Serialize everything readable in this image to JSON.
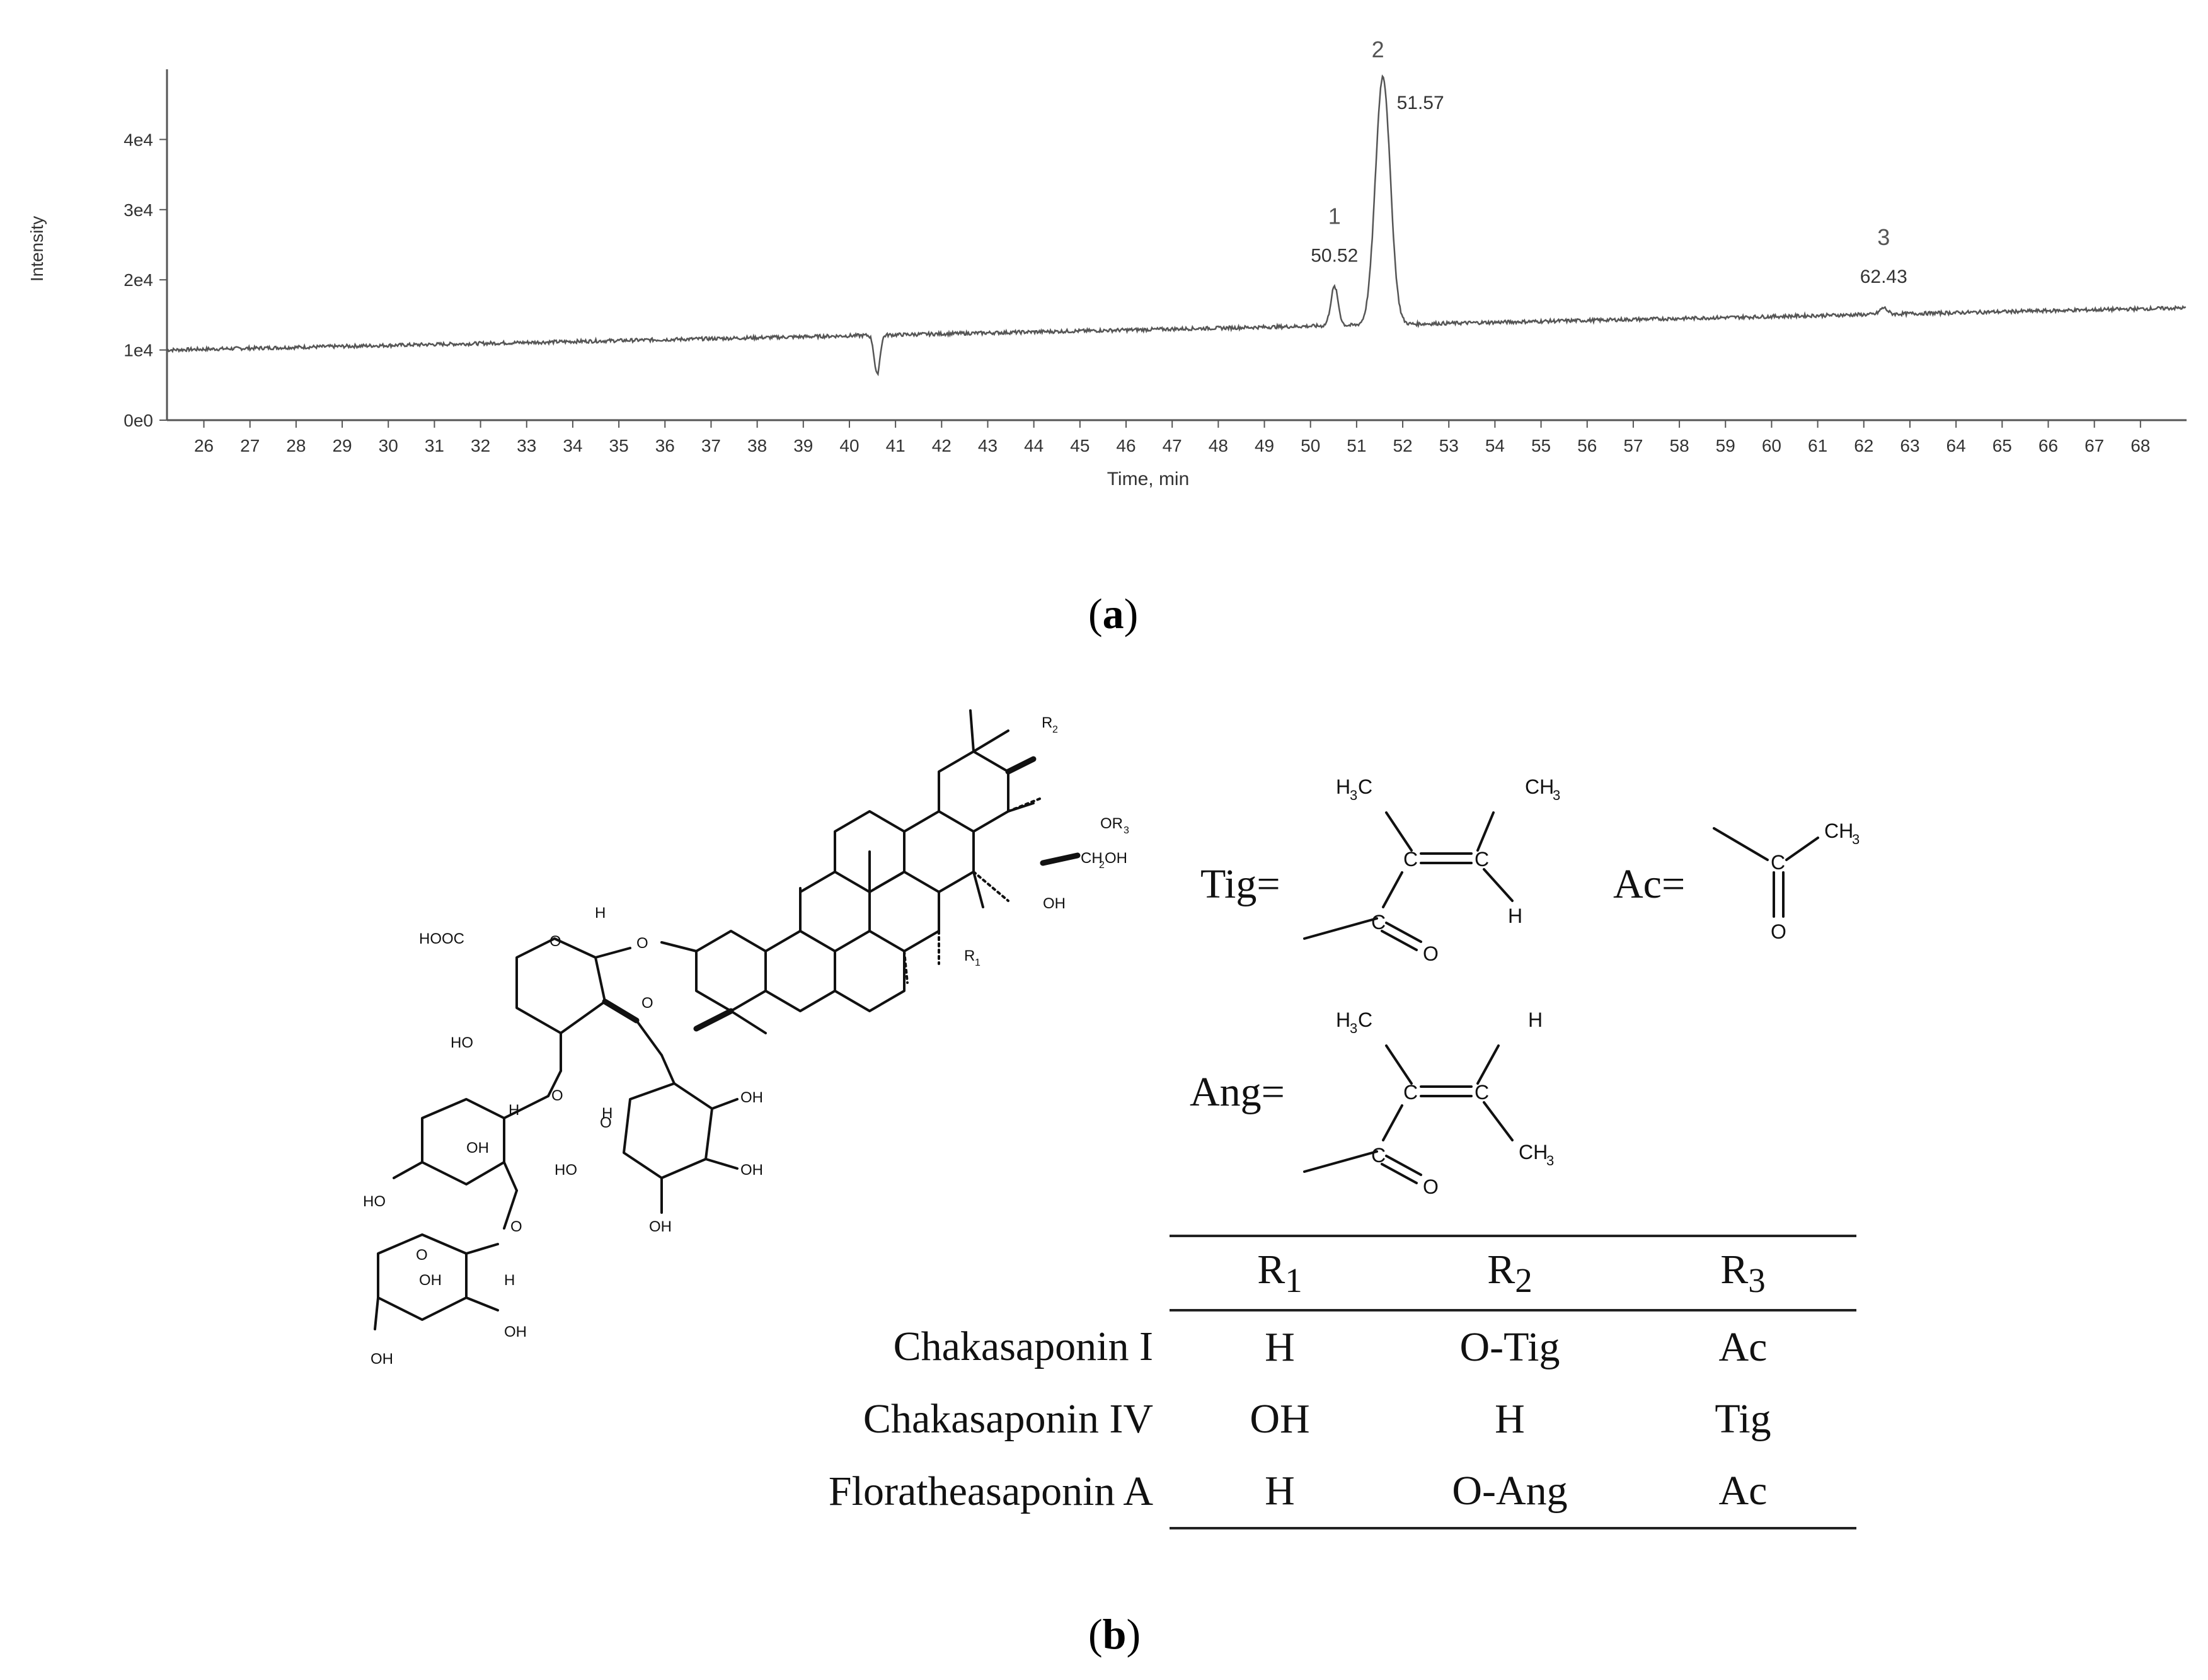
{
  "chart_data": {
    "type": "line",
    "title": "",
    "xlabel": "Time, min",
    "ylabel": "Intensity",
    "xlim": [
      25.2,
      69.0
    ],
    "ylim": [
      0,
      50000
    ],
    "x_ticks": [
      "26",
      "27",
      "28",
      "29",
      "30",
      "31",
      "32",
      "33",
      "34",
      "35",
      "36",
      "37",
      "38",
      "39",
      "40",
      "41",
      "42",
      "43",
      "44",
      "45",
      "46",
      "47",
      "48",
      "49",
      "50",
      "51",
      "52",
      "53",
      "54",
      "55",
      "56",
      "57",
      "58",
      "59",
      "60",
      "61",
      "62",
      "63",
      "64",
      "65",
      "66",
      "67",
      "68"
    ],
    "y_ticks": [
      "0e0",
      "1e4",
      "2e4",
      "3e4",
      "4e4"
    ],
    "baseline": {
      "start": 10000,
      "end": 16000
    },
    "dip": {
      "x": 40.6,
      "y": 6500
    },
    "peaks": [
      {
        "number": "1",
        "rt": "50.52",
        "x": 50.52,
        "y": 19000
      },
      {
        "number": "2",
        "rt": "51.57",
        "x": 51.57,
        "y": 49000
      },
      {
        "number": "3",
        "rt": "62.43",
        "x": 62.43,
        "y": 16000
      }
    ],
    "line_color": "#555555"
  },
  "panel_a_label": "a",
  "panel_b_label": "b",
  "structure": {
    "tig_label": "Tig=",
    "ac_label": "Ac=",
    "ang_label": "Ang=",
    "labels": {
      "hooc": "HOOC",
      "ho": "HO",
      "oh": "OH",
      "o": "O",
      "h": "H",
      "r1": "R",
      "r2": "R",
      "r3": "R",
      "or3_prefix": "OR",
      "ch2oh": "CH",
      "ch3": "CH",
      "h3c": "H",
      "c": "C",
      "sub1": "1",
      "sub2": "2",
      "sub3": "3"
    }
  },
  "table": {
    "headers": [
      "",
      "R",
      "R",
      "R"
    ],
    "header_subs": [
      "",
      "1",
      "2",
      "3"
    ],
    "rows": [
      {
        "name": "Chakasaponin I",
        "r1": "H",
        "r2": "O-Tig",
        "r3": "Ac"
      },
      {
        "name": "Chakasaponin IV",
        "r1": "OH",
        "r2": "H",
        "r3": "Tig"
      },
      {
        "name": "Floratheasaponin A",
        "r1": "H",
        "r2": "O-Ang",
        "r3": "Ac"
      }
    ]
  }
}
